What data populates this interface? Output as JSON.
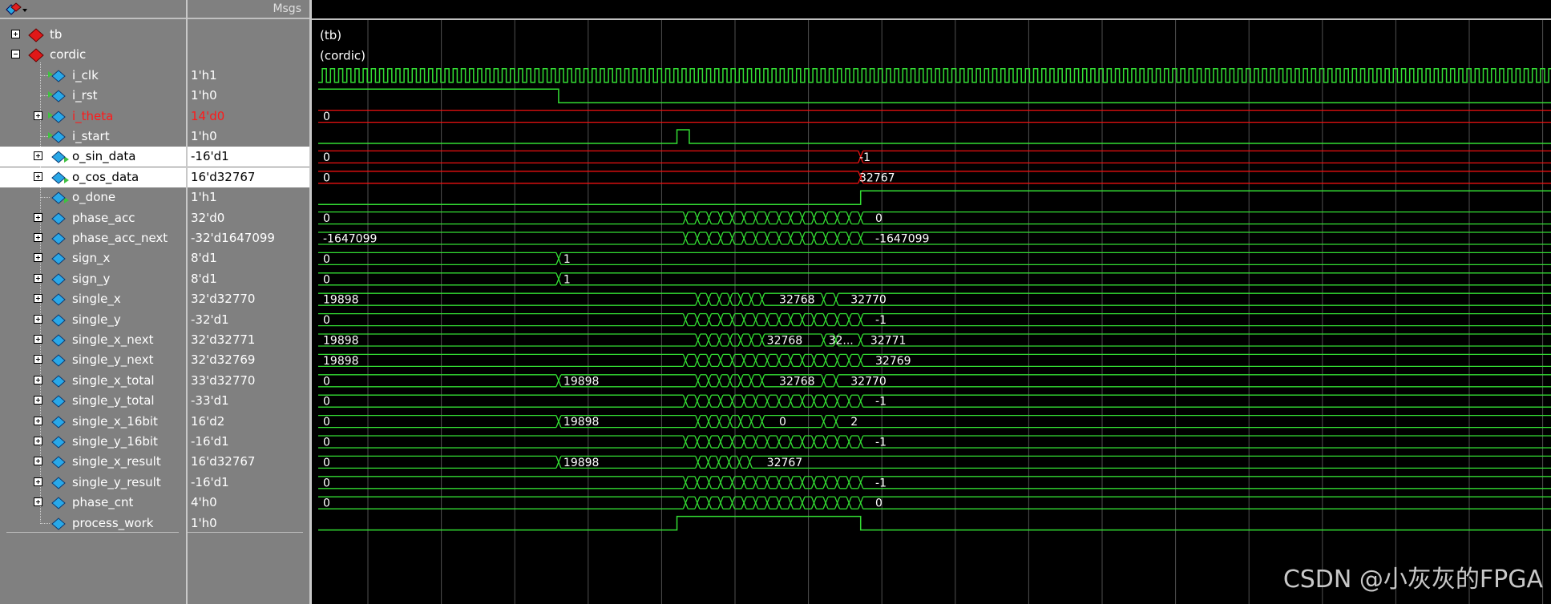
{
  "header": {
    "msgs_title": "Msgs"
  },
  "colors": {
    "wave_green": "#33dd33",
    "wave_red": "#ee1111",
    "grid": "#505050",
    "background": "#000000",
    "pane": "#808080"
  },
  "watermark": "CSDN @小灰灰的FPGA",
  "instances": [
    {
      "name": "tb",
      "label": "(tb)"
    },
    {
      "name": "cordic",
      "label": "(cordic)"
    }
  ],
  "signals": [
    {
      "name": "i_clk",
      "value": "1'h1",
      "wave": "clock",
      "expandable": false
    },
    {
      "name": "i_rst",
      "value": "1'h0",
      "wave": "reset",
      "expandable": false
    },
    {
      "name": "i_theta",
      "value": "14'd0",
      "wave": "bus-red",
      "expandable": true,
      "red": true,
      "labels": [
        {
          "text": "0",
          "pos": 0
        }
      ]
    },
    {
      "name": "i_start",
      "value": "1'h0",
      "wave": "pulse",
      "expandable": false
    },
    {
      "name": "o_sin_data",
      "value": "-16'd1",
      "wave": "bus-red",
      "expandable": true,
      "selected": true,
      "labels": [
        {
          "text": "0",
          "pos": 0
        },
        {
          "text": "-1",
          "pos": 0.435
        }
      ]
    },
    {
      "name": "o_cos_data",
      "value": "16'd32767",
      "wave": "bus-red",
      "expandable": true,
      "selected": true,
      "labels": [
        {
          "text": "0",
          "pos": 0
        },
        {
          "text": "32767",
          "pos": 0.435
        }
      ]
    },
    {
      "name": "o_done",
      "value": "1'h1",
      "wave": "done",
      "expandable": false
    },
    {
      "name": "phase_acc",
      "value": "32'd0",
      "wave": "bus-busy",
      "expandable": true,
      "labels": [
        {
          "text": "0",
          "pos": 0
        },
        {
          "text": "0",
          "pos": 0.448
        }
      ]
    },
    {
      "name": "phase_acc_next",
      "value": "-32'd1647099",
      "wave": "bus-busy",
      "expandable": true,
      "labels": [
        {
          "text": "-1647099",
          "pos": 0
        },
        {
          "text": "-1647099",
          "pos": 0.448
        }
      ]
    },
    {
      "name": "sign_x",
      "value": "8'd1",
      "wave": "bus-step",
      "expandable": true,
      "labels": [
        {
          "text": "0",
          "pos": 0
        },
        {
          "text": "1",
          "pos": 0.195
        }
      ]
    },
    {
      "name": "sign_y",
      "value": "8'd1",
      "wave": "bus-step",
      "expandable": true,
      "labels": [
        {
          "text": "0",
          "pos": 0
        },
        {
          "text": "1",
          "pos": 0.195
        }
      ]
    },
    {
      "name": "single_x",
      "value": "32'd32770",
      "wave": "bus-busy2",
      "expandable": true,
      "labels": [
        {
          "text": "19898",
          "pos": 0
        },
        {
          "text": "32768",
          "pos": 0.37
        },
        {
          "text": "32770",
          "pos": 0.428
        }
      ]
    },
    {
      "name": "single_y",
      "value": "-32'd1",
      "wave": "bus-busy",
      "expandable": true,
      "labels": [
        {
          "text": "0",
          "pos": 0
        },
        {
          "text": "-1",
          "pos": 0.448
        }
      ]
    },
    {
      "name": "single_x_next",
      "value": "32'd32771",
      "wave": "bus-busy2",
      "expandable": true,
      "labels": [
        {
          "text": "19898",
          "pos": 0
        },
        {
          "text": "32768",
          "pos": 0.36
        },
        {
          "text": "32...",
          "pos": 0.41
        },
        {
          "text": "32771",
          "pos": 0.444
        }
      ]
    },
    {
      "name": "single_y_next",
      "value": "32'd32769",
      "wave": "bus-busy",
      "expandable": true,
      "labels": [
        {
          "text": "19898",
          "pos": 0
        },
        {
          "text": "32769",
          "pos": 0.448
        }
      ]
    },
    {
      "name": "single_x_total",
      "value": "33'd32770",
      "wave": "bus-busy2",
      "expandable": true,
      "labels": [
        {
          "text": "0",
          "pos": 0
        },
        {
          "text": "19898",
          "pos": 0.195
        },
        {
          "text": "32768",
          "pos": 0.37
        },
        {
          "text": "32770",
          "pos": 0.428
        }
      ]
    },
    {
      "name": "single_y_total",
      "value": "-33'd1",
      "wave": "bus-busy",
      "expandable": true,
      "labels": [
        {
          "text": "0",
          "pos": 0
        },
        {
          "text": "-1",
          "pos": 0.448
        }
      ]
    },
    {
      "name": "single_x_16bit",
      "value": "16'd2",
      "wave": "bus-busy2",
      "expandable": true,
      "labels": [
        {
          "text": "0",
          "pos": 0
        },
        {
          "text": "19898",
          "pos": 0.195
        },
        {
          "text": "0",
          "pos": 0.37
        },
        {
          "text": "2",
          "pos": 0.428
        }
      ]
    },
    {
      "name": "single_y_16bit",
      "value": "-16'd1",
      "wave": "bus-busy",
      "expandable": true,
      "labels": [
        {
          "text": "0",
          "pos": 0
        },
        {
          "text": "-1",
          "pos": 0.448
        }
      ]
    },
    {
      "name": "single_x_result",
      "value": "16'd32767",
      "wave": "bus-busy3",
      "expandable": true,
      "labels": [
        {
          "text": "0",
          "pos": 0
        },
        {
          "text": "19898",
          "pos": 0.195
        },
        {
          "text": "32767",
          "pos": 0.36
        }
      ]
    },
    {
      "name": "single_y_result",
      "value": "-16'd1",
      "wave": "bus-busy",
      "expandable": true,
      "labels": [
        {
          "text": "0",
          "pos": 0
        },
        {
          "text": "-1",
          "pos": 0.448
        }
      ]
    },
    {
      "name": "phase_cnt",
      "value": "4'h0",
      "wave": "bus-busy",
      "expandable": true,
      "labels": [
        {
          "text": "0",
          "pos": 0
        },
        {
          "text": "0",
          "pos": 0.448
        }
      ]
    },
    {
      "name": "process_work",
      "value": "1'h0",
      "wave": "work",
      "expandable": false
    }
  ]
}
